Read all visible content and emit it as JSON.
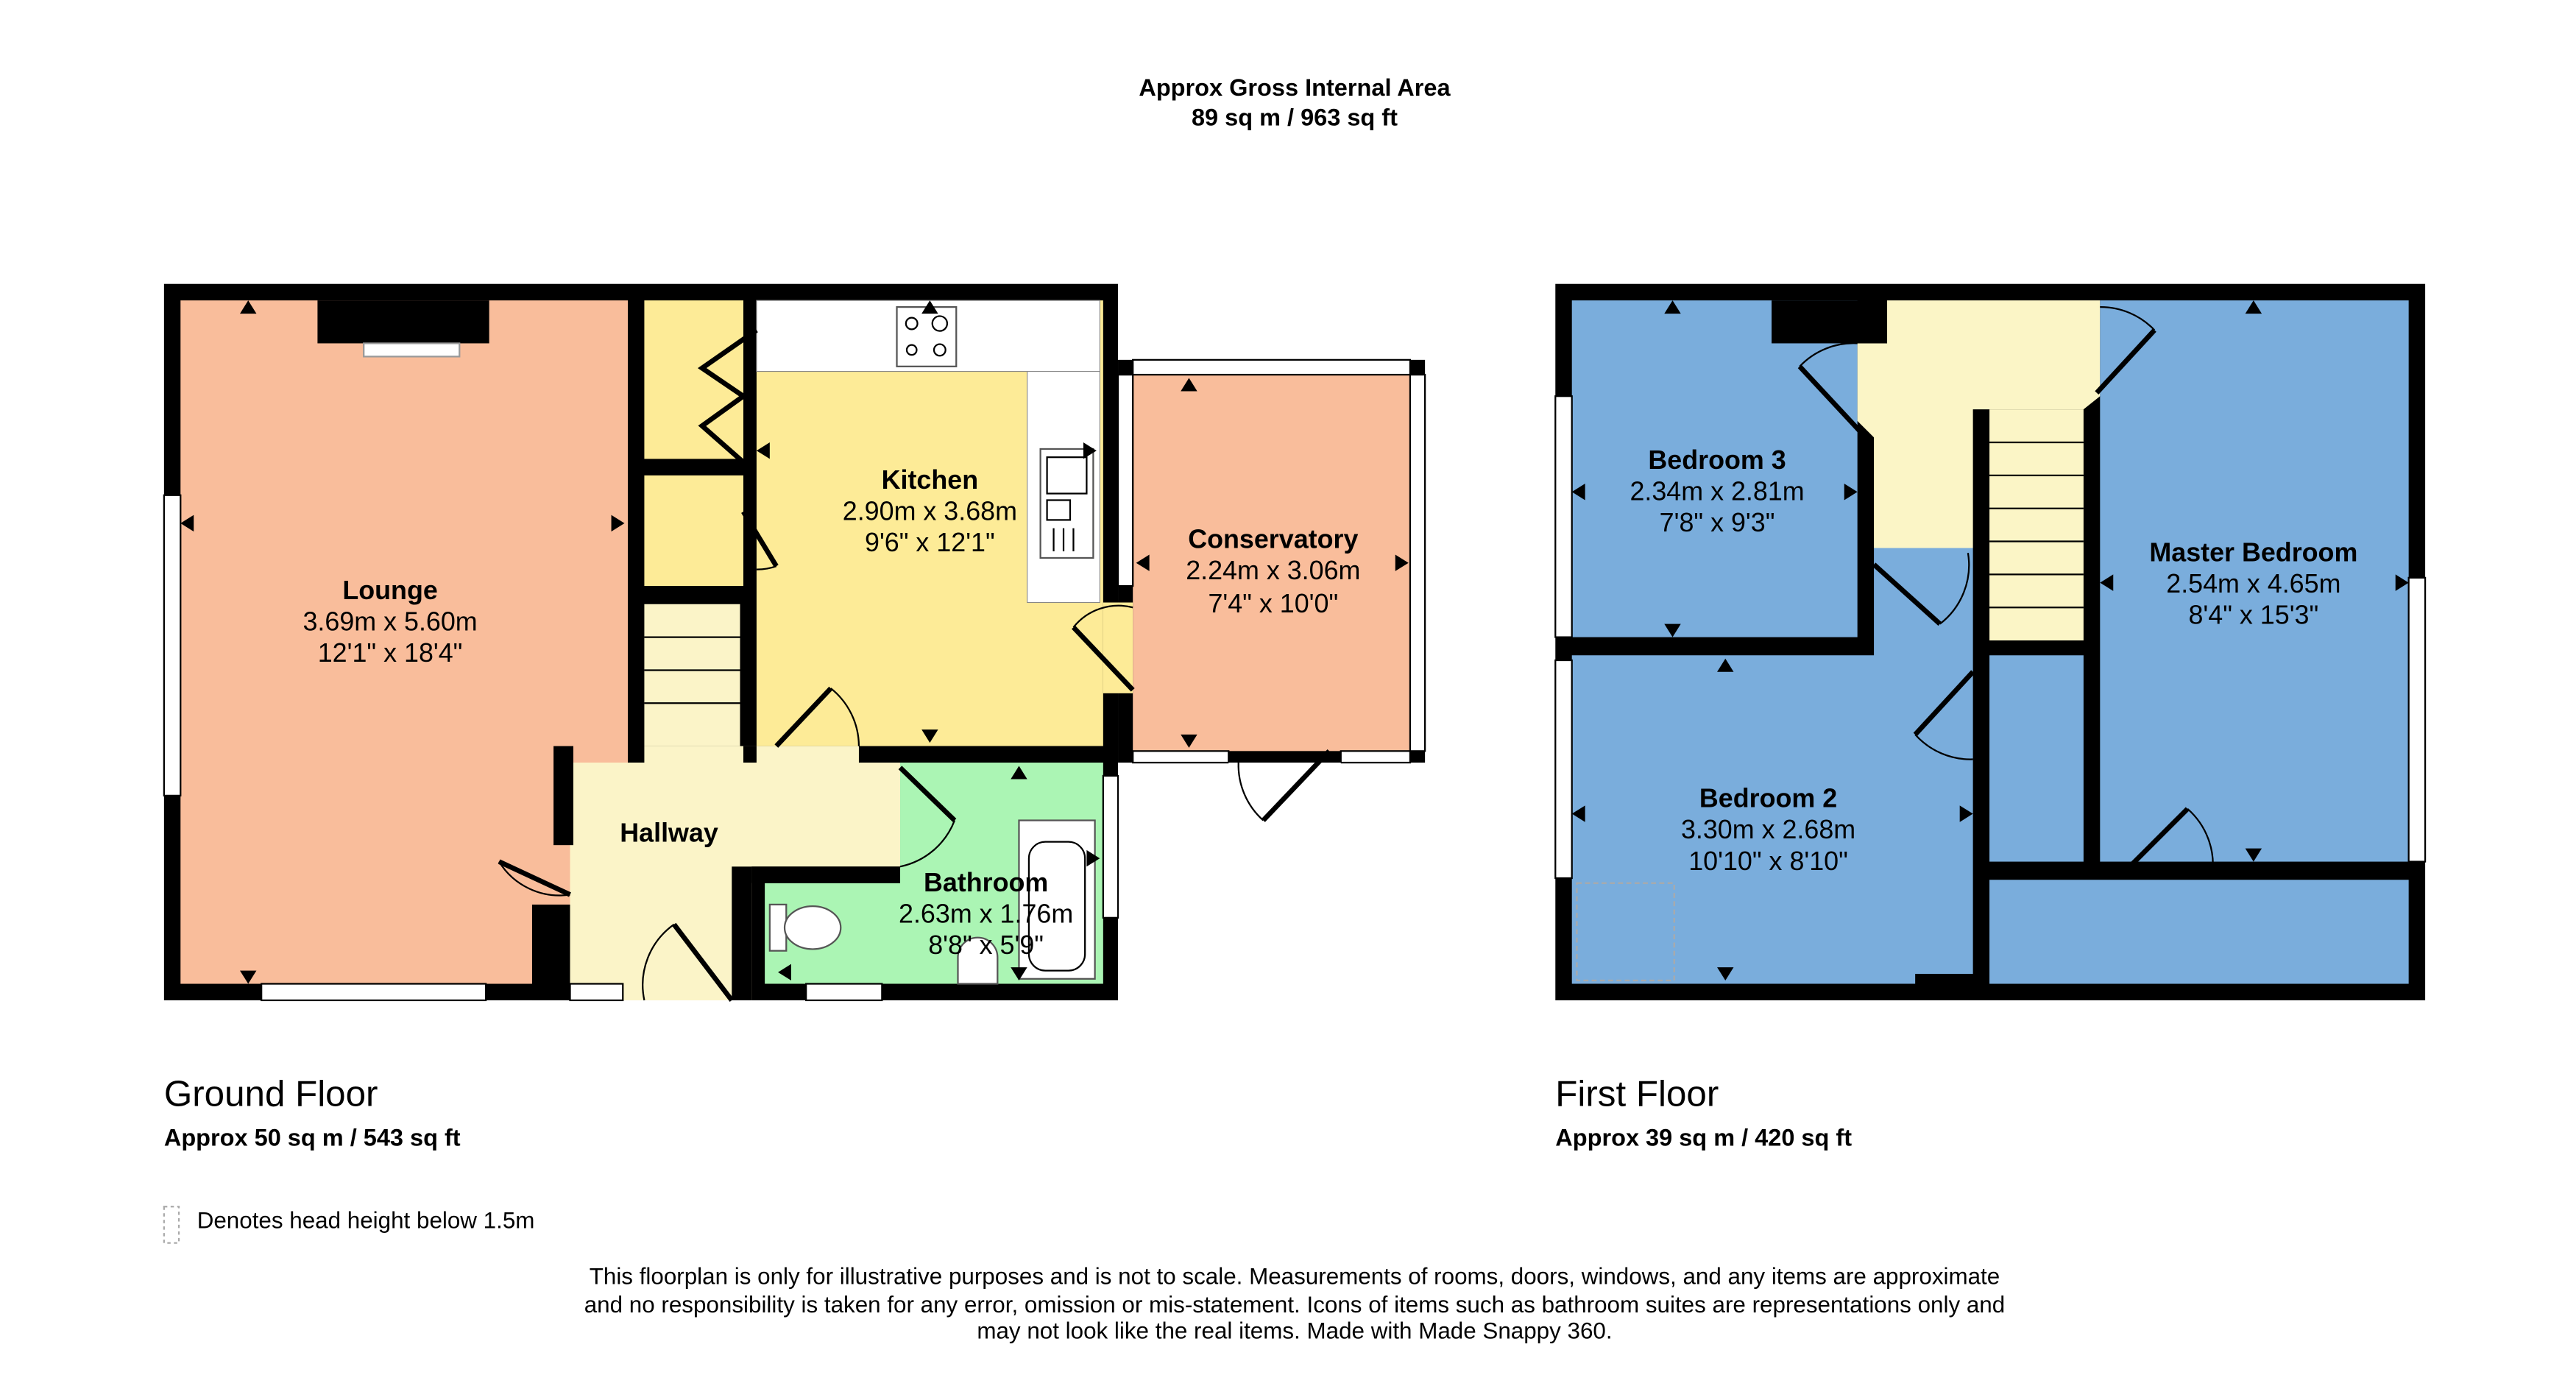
{
  "header": {
    "title": "Approx Gross Internal Area",
    "area": "89 sq m / 963 sq ft"
  },
  "colors": {
    "lounge": "#f9bd9b",
    "kitchen": "#fdeb97",
    "hallway": "#fbf4c8",
    "bathroom": "#abf5b4",
    "bedroom": "#7aaddc",
    "wall": "#000000"
  },
  "ground_floor": {
    "title": "Ground Floor",
    "area": "Approx 50 sq m / 543 sq ft",
    "rooms": {
      "lounge": {
        "name": "Lounge",
        "metric": "3.69m x 5.60m",
        "imperial": "12'1\" x 18'4\""
      },
      "kitchen": {
        "name": "Kitchen",
        "metric": "2.90m x 3.68m",
        "imperial": "9'6\" x 12'1\""
      },
      "conservatory": {
        "name": "Conservatory",
        "metric": "2.24m x 3.06m",
        "imperial": "7'4\" x 10'0\""
      },
      "hallway": {
        "name": "Hallway"
      },
      "bathroom": {
        "name": "Bathroom",
        "metric": "2.63m x 1.76m",
        "imperial": "8'8\" x 5'9\""
      }
    }
  },
  "first_floor": {
    "title": "First Floor",
    "area": "Approx 39 sq m / 420 sq ft",
    "rooms": {
      "bedroom3": {
        "name": "Bedroom 3",
        "metric": "2.34m x 2.81m",
        "imperial": "7'8\" x 9'3\""
      },
      "master": {
        "name": "Master Bedroom",
        "metric": "2.54m x 4.65m",
        "imperial": "8'4\" x 15'3\""
      },
      "bedroom2": {
        "name": "Bedroom 2",
        "metric": "3.30m x 2.68m",
        "imperial": "10'10\" x 8'10\""
      }
    }
  },
  "legend": {
    "head_height": "Denotes head height below 1.5m"
  },
  "disclaimer": [
    "This floorplan is only for illustrative purposes and is not to scale. Measurements of rooms, doors, windows, and any items are approximate",
    "and no responsibility is taken for any error, omission or mis-statement. Icons of items such as bathroom suites are representations only and",
    "may not look like the real items. Made with Made Snappy 360."
  ]
}
